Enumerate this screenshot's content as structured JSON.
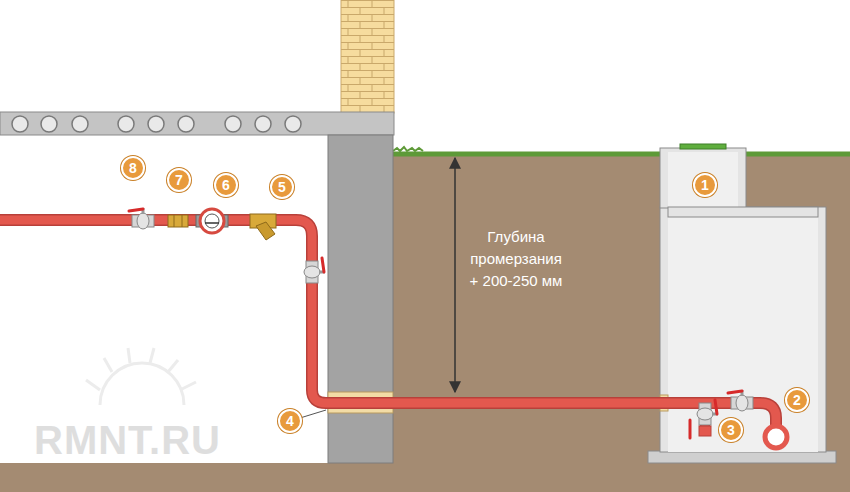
{
  "diagram": {
    "nodes": [
      {
        "text": [
          "1"
        ]
      },
      {
        "text": [
          "2"
        ]
      },
      {
        "text": [
          "3"
        ]
      },
      {
        "text": [
          "4"
        ]
      },
      {
        "text": [
          "5"
        ]
      },
      {
        "text": [
          "6"
        ]
      },
      {
        "text": [
          "7"
        ]
      },
      {
        "text": [
          "8"
        ]
      }
    ],
    "labels": [
      "Глубина промерзания + 200-250 мм",
      "RMNT.RU"
    ]
  }
}
